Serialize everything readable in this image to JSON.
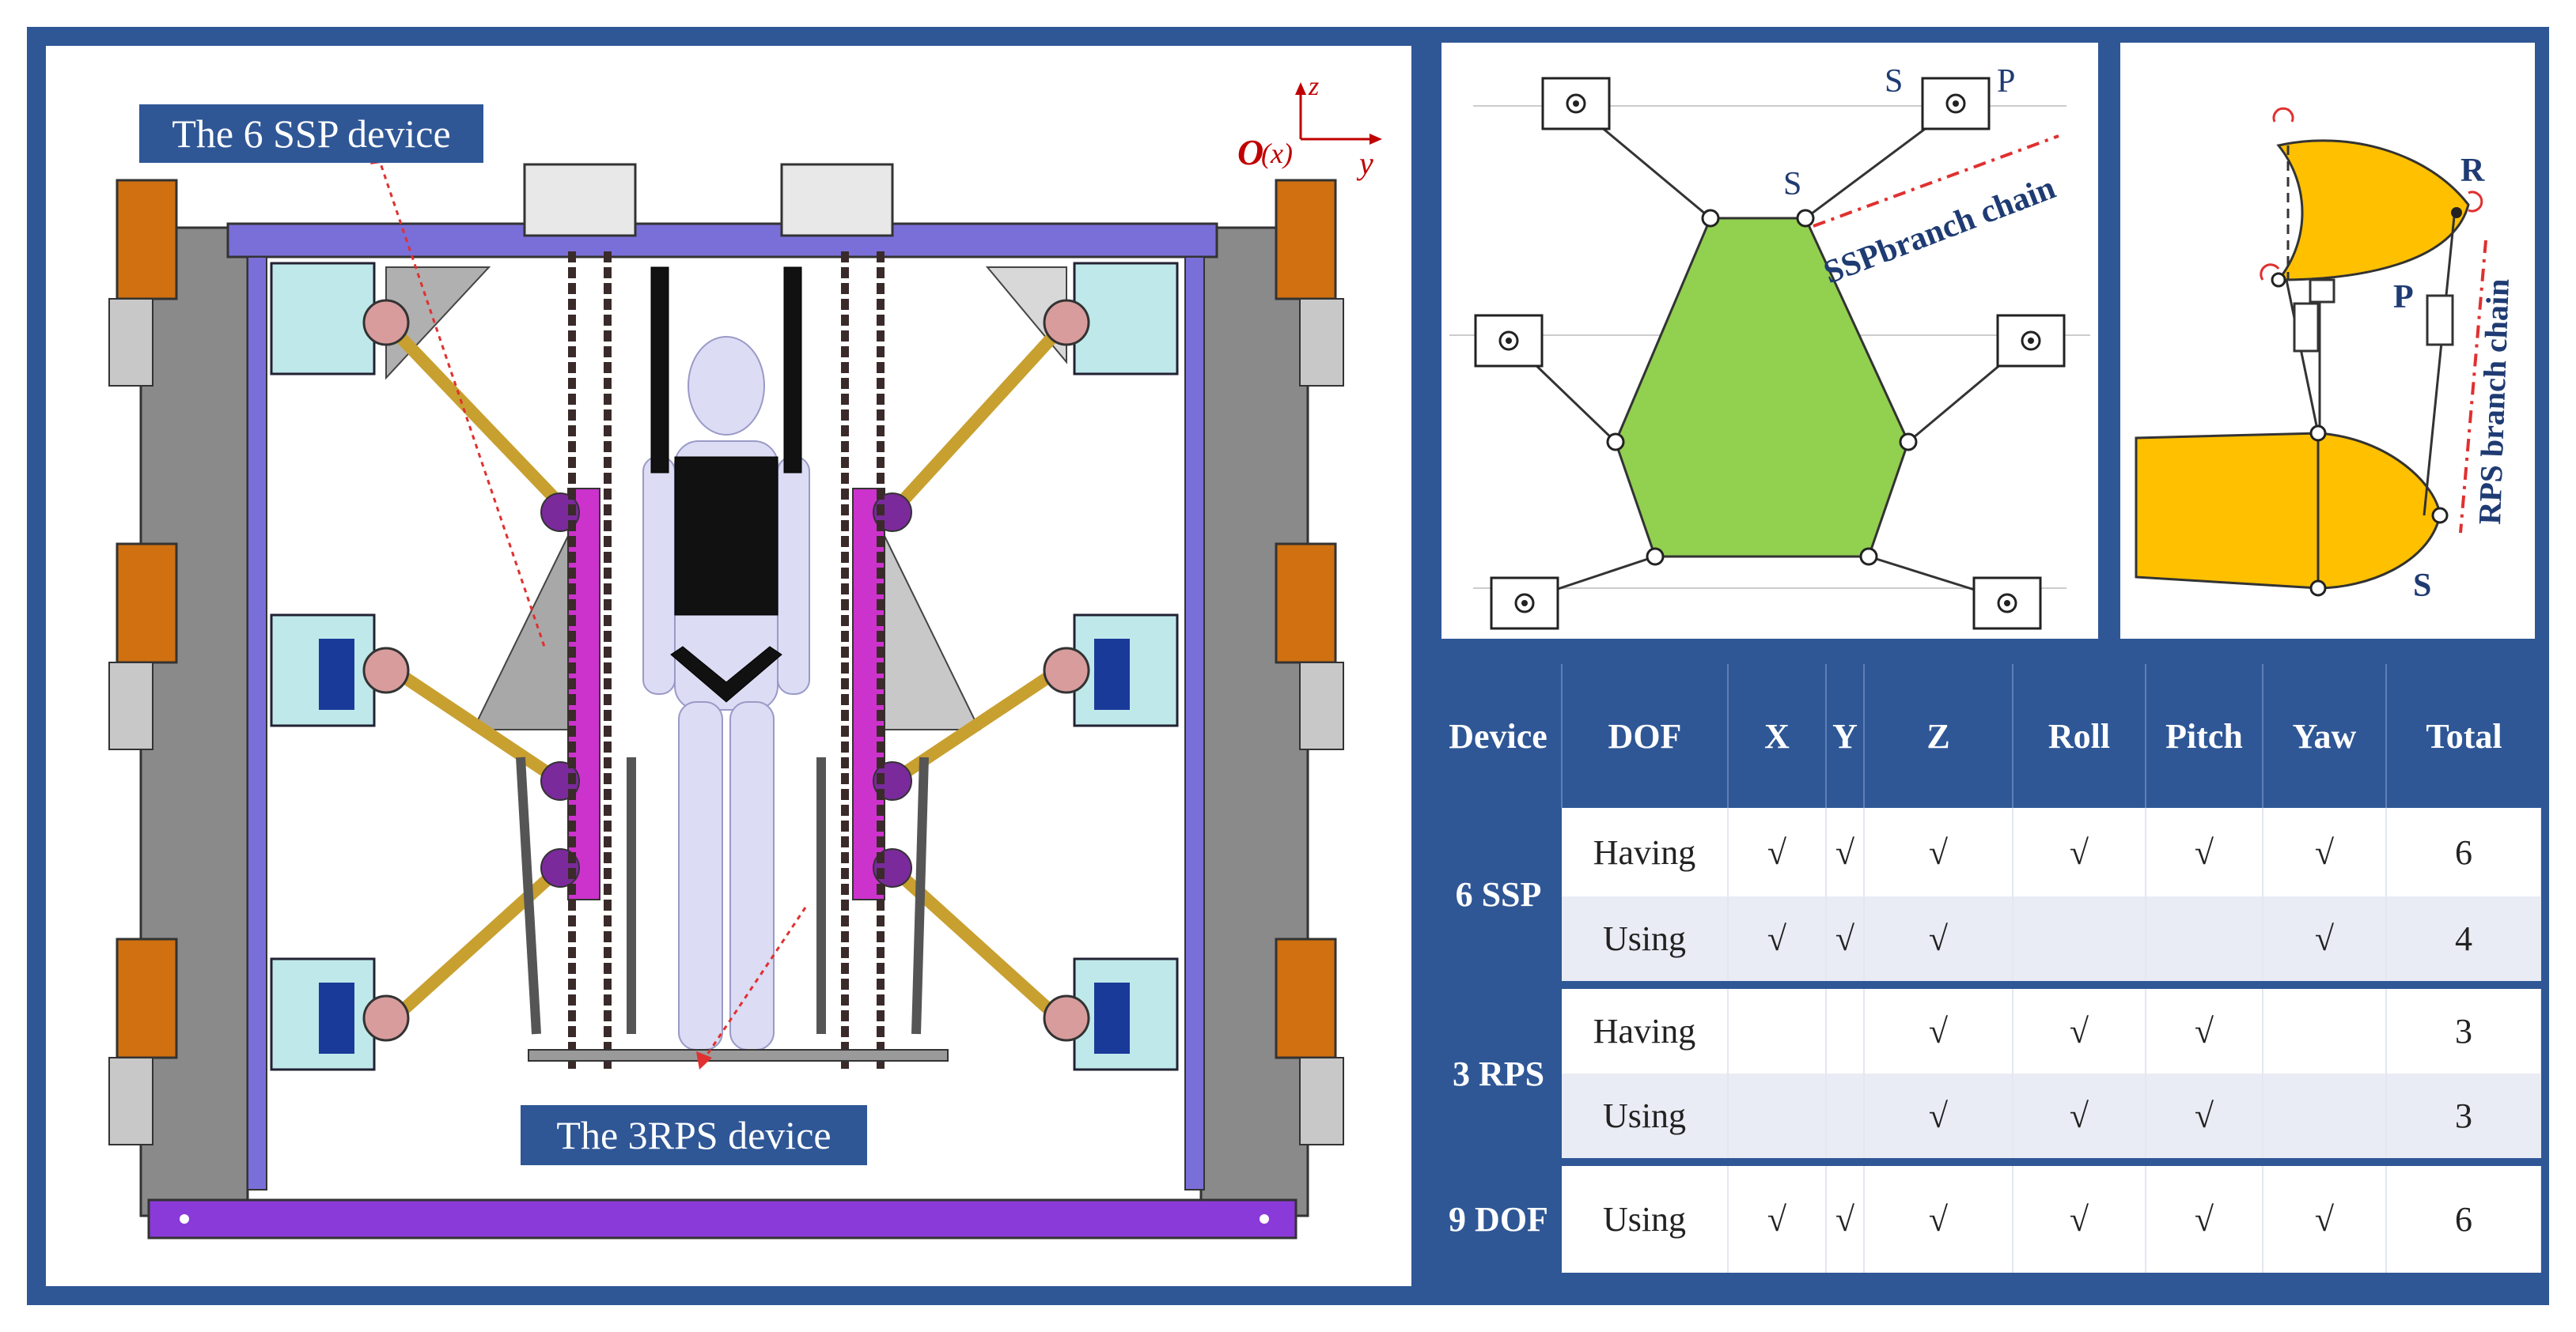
{
  "main_figure": {
    "ssp_device_label": "The 6 SSP device",
    "rps_device_label": "The 3RPS device",
    "axes": {
      "origin": "O",
      "origin_axis": "(x)",
      "z_label": "z",
      "y_label": "y"
    }
  },
  "ssp_diagram": {
    "labels": {
      "s_top": "S",
      "p_top": "P",
      "s_joint": "S",
      "chain": "SSPbranch chain"
    },
    "colors": {
      "platform": "#92d050",
      "chain_line": "#e03030",
      "label": "#1f3b73"
    }
  },
  "rps_diagram": {
    "labels": {
      "r": "R",
      "p": "P",
      "s": "S",
      "chain": "RPS branch chain"
    },
    "colors": {
      "body": "#ffc000",
      "chain_line": "#e03030"
    }
  },
  "table": {
    "headers": [
      "Device",
      "DOF",
      "X",
      "Y",
      "Z",
      "Roll",
      "Pitch",
      "Yaw",
      "Total"
    ],
    "groups": [
      {
        "device": "6 SSP",
        "rows": [
          {
            "dof": "Having",
            "x": "√",
            "y": "√",
            "z": "√",
            "roll": "√",
            "pitch": "√",
            "yaw": "√",
            "total": "6"
          },
          {
            "dof": "Using",
            "x": "√",
            "y": "√",
            "z": "√",
            "roll": "",
            "pitch": "",
            "yaw": "√",
            "total": "4"
          }
        ]
      },
      {
        "device": "3 RPS",
        "rows": [
          {
            "dof": "Having",
            "x": "",
            "y": "",
            "z": "√",
            "roll": "√",
            "pitch": "√",
            "yaw": "",
            "total": "3"
          },
          {
            "dof": "Using",
            "x": "",
            "y": "",
            "z": "√",
            "roll": "√",
            "pitch": "√",
            "yaw": "",
            "total": "3"
          }
        ]
      },
      {
        "device": "9 DOF",
        "rows": [
          {
            "dof": "Using",
            "x": "√",
            "y": "√",
            "z": "√",
            "roll": "√",
            "pitch": "√",
            "yaw": "√",
            "total": "6"
          }
        ]
      }
    ]
  },
  "colors": {
    "frame_blue": "#2f5796",
    "alt_row": "#e9ecf5",
    "accent_red": "#c00000"
  }
}
